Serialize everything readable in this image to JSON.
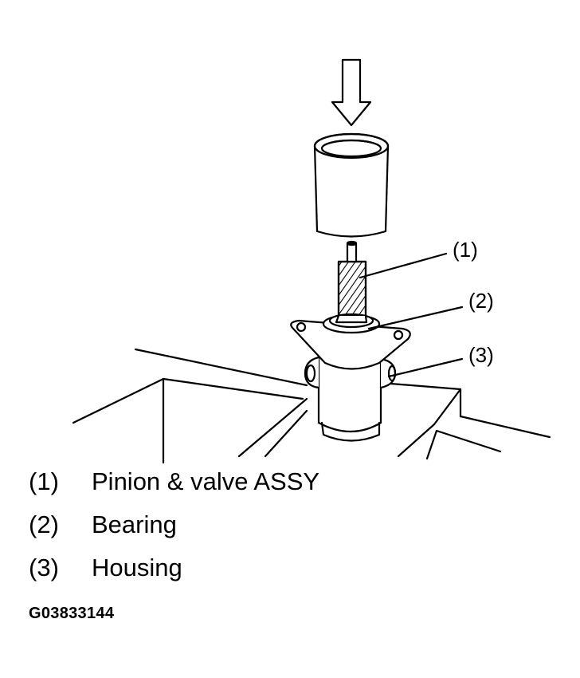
{
  "callouts": [
    "(1)",
    "(2)",
    "(3)"
  ],
  "legend": [
    {
      "num": "(1)",
      "label": "Pinion & valve ASSY"
    },
    {
      "num": "(2)",
      "label": "Bearing"
    },
    {
      "num": "(3)",
      "label": "Housing"
    }
  ],
  "figure_id": "G03833144"
}
